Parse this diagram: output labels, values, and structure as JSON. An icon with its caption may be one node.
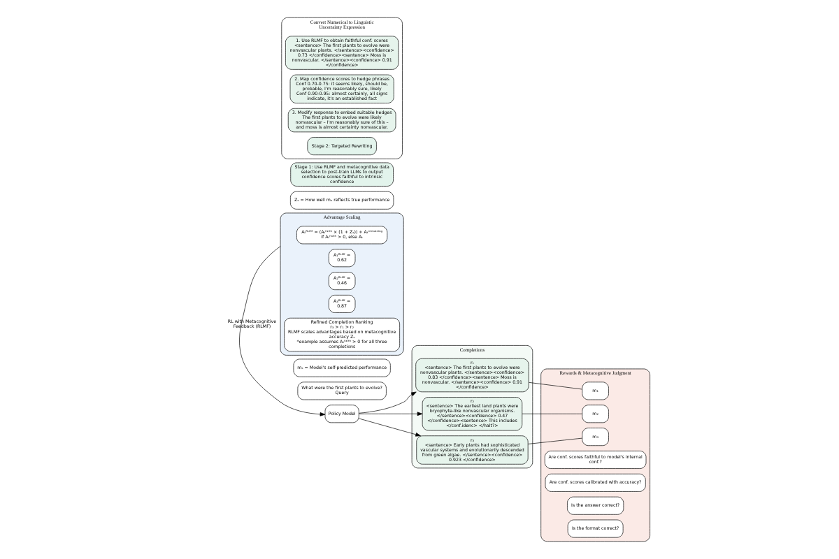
{
  "diagram": {
    "nodes": [
      {
        "text": [
          "Policy Model"
        ]
      },
      {
        "text": [
          "What were the first plants to evolve?",
          "Query"
        ]
      },
      {
        "text": [
          "Completions"
        ]
      },
      {
        "text": [
          "r₁",
          "<sentence> The first plants to evolve were nonvascular plants. </sentence><confidence> 0.83 </confidence><sentence> Moss is nonvascular. </sentence><confidence> 0.91 </confidence>"
        ],
        "in": 2
      },
      {
        "text": [
          "r₂",
          "<sentence> The earliest land plants were bryophyte-like nonvascular organisms. </sentence><confidence> 0.47 </confidence><sentence> This includes </conf.idenc> </halt?>"
        ],
        "in": 2
      },
      {
        "text": [
          "r₃",
          "<sentence> Early plants had sophisticated vascular systems and evolutionarily descended from green algae. </sentence><confidence> 0.923 </confidence>"
        ],
        "in": 2
      },
      {
        "text": [
          "Rewards & Metacognitive Judgment"
        ]
      },
      {
        "text": [
          "m₁"
        ],
        "in": 6
      },
      {
        "text": [
          "m₂"
        ],
        "in": 6
      },
      {
        "text": [
          "m₃"
        ],
        "in": 6
      },
      {
        "text": [
          "Are conf. scores faithful to model's internal conf.?"
        ],
        "in": 6
      },
      {
        "text": [
          "Are conf. scores calibrated with accuracy?"
        ],
        "in": 6
      },
      {
        "text": [
          "Is the answer correct?"
        ],
        "in": 6
      },
      {
        "text": [
          "Is the format correct?"
        ],
        "in": 6
      },
      {
        "text": [
          "mₛ = Model's self-predicted performance"
        ]
      },
      {
        "text": [
          "Advantage Scaling"
        ]
      },
      {
        "text": [
          "Aₜᴿᴸᴹᶠ = (Aₜᶠᵃⁱᵗʰ × (1 + Zₛ)) + Aₜʳᵉᵐᵃⁱⁿⁱⁿᵍ if Aₜᶠᵃⁱᵗʰ > 0, else Aₜ"
        ],
        "in": 15
      },
      {
        "text": [
          "A₁ᴿᴸᴹᶠ =",
          "0.62"
        ],
        "in": 15
      },
      {
        "text": [
          "A₂ᴿᴸᴹᶠ =",
          "0.46"
        ],
        "in": 15
      },
      {
        "text": [
          "A₃ᴿᴸᴹᶠ =",
          "0.87"
        ],
        "in": 15
      },
      {
        "text": [
          "Refined Completion Ranking",
          "r₃ > r₁ > r₂",
          "RLMF scales advantages based on metacognitive accuracy Zₛ",
          "*example assumes Aₜᶠᵃⁱᵗʰ > 0 for all three completions"
        ],
        "in": 15
      },
      {
        "text": [
          "Zₛ = How well mₛ reflects true performance"
        ]
      },
      {
        "text": [
          "Stage 1: Use RLMF and metacognitive data selection to post-train LLMs to output confidence scores faithful to intrinsic confidence"
        ]
      },
      {
        "text": [
          "Convert Numerical to Linguistic Uncertainty Expression"
        ]
      },
      {
        "text": [
          "1. Use RLMF to obtain faithful conf. scores",
          "<sentence> The first plants to evolve were nonvascular plants. </sentence><confidence> 0.73 </confidence><sentence> Moss is nonvascular. </sentence><confidence> 0.91 </confidence>"
        ],
        "in": 23
      },
      {
        "text": [
          "2. Map confidence scores to hedge phrases",
          "Conf 0.70-0.75: it seems likely, should be, probable, I'm reasonably sure, likely",
          "Conf 0.90-0.95: almost certainly, all signs indicate, it's an established fact"
        ],
        "in": 23
      },
      {
        "text": [
          "3. Modify response to embed suitable hedges",
          "The first plants to evolve were likely nonvascular – I'm reasonably sure of this – and moss is almost certainty nonvascular."
        ],
        "in": 23
      },
      {
        "text": [
          "Stage 2: Targeted Rewriting"
        ],
        "in": 23
      }
    ],
    "edges": [
      {
        "from": 0,
        "to": 3,
        "arrow": "to"
      },
      {
        "from": 0,
        "to": 4,
        "arrow": "to"
      },
      {
        "from": 0,
        "to": 5,
        "arrow": "to"
      },
      {
        "from": 3,
        "to": 7,
        "arrow": "none"
      },
      {
        "from": 4,
        "to": 8,
        "arrow": "none"
      },
      {
        "from": 5,
        "to": 9,
        "arrow": "none"
      },
      {
        "from": 15,
        "to": 0,
        "arrow": "to",
        "label": "RL with Metacognitive Feedback (RLMF)"
      }
    ]
  }
}
